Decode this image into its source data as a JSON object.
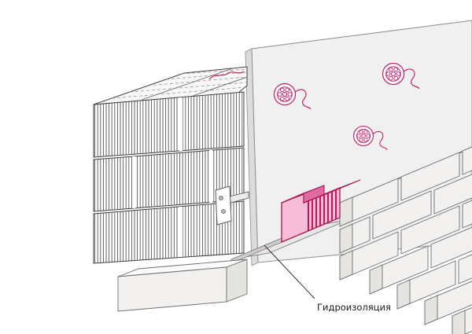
{
  "figure": {
    "labels": {
      "waterproofing": "Гидроизоляция"
    },
    "accent_colors": {
      "pink_line": "#c2256e",
      "pink_fill": "#f7bcd6",
      "pink_dark": "#a8134f"
    },
    "parts": [
      "hollow-block-wall",
      "insulation-panel",
      "disc-anchors",
      "anchor-wires",
      "wall-tie-bracket",
      "waterproofing-membrane",
      "brick-veneer-wall",
      "corner-profile",
      "loose-brick"
    ]
  }
}
